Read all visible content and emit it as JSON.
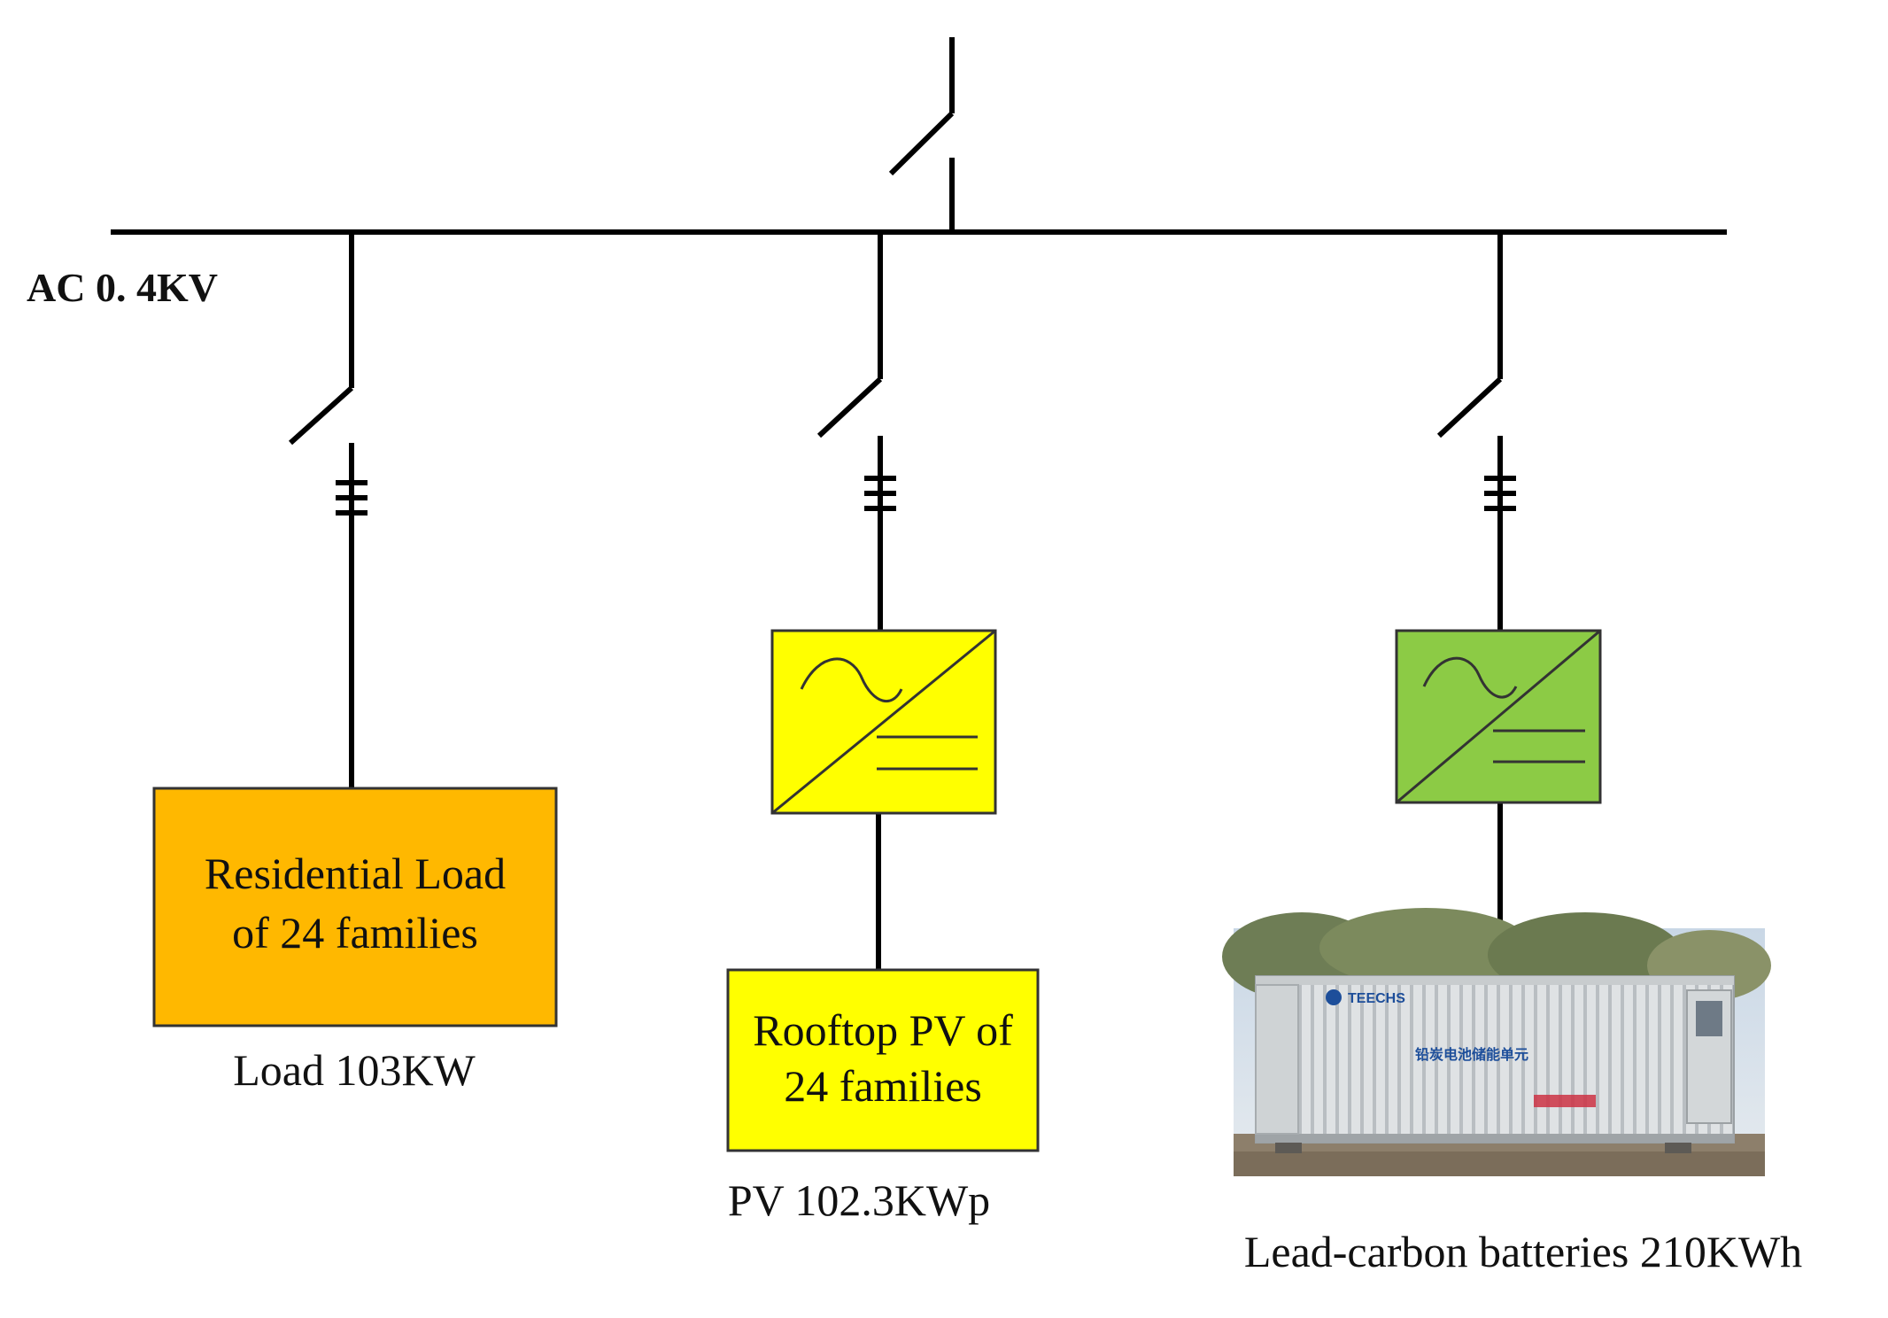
{
  "bus": {
    "label": "AC  0. 4KV"
  },
  "load": {
    "box_line1": "Residential Load",
    "box_line2": "of 24  families",
    "caption": "Load  103KW",
    "color": "#FFB800"
  },
  "pv": {
    "box_line1": "Rooftop PV of",
    "box_line2": "24  families",
    "caption": "PV  102.3KWp",
    "inverter_color": "#FFFF00",
    "box_color": "#FFFF00"
  },
  "battery": {
    "caption": "Lead-carbon batteries  210KWh",
    "inverter_color": "#8CCB45",
    "photo_logo": "TEECHS",
    "photo_text": "铅炭电池储能单元"
  }
}
